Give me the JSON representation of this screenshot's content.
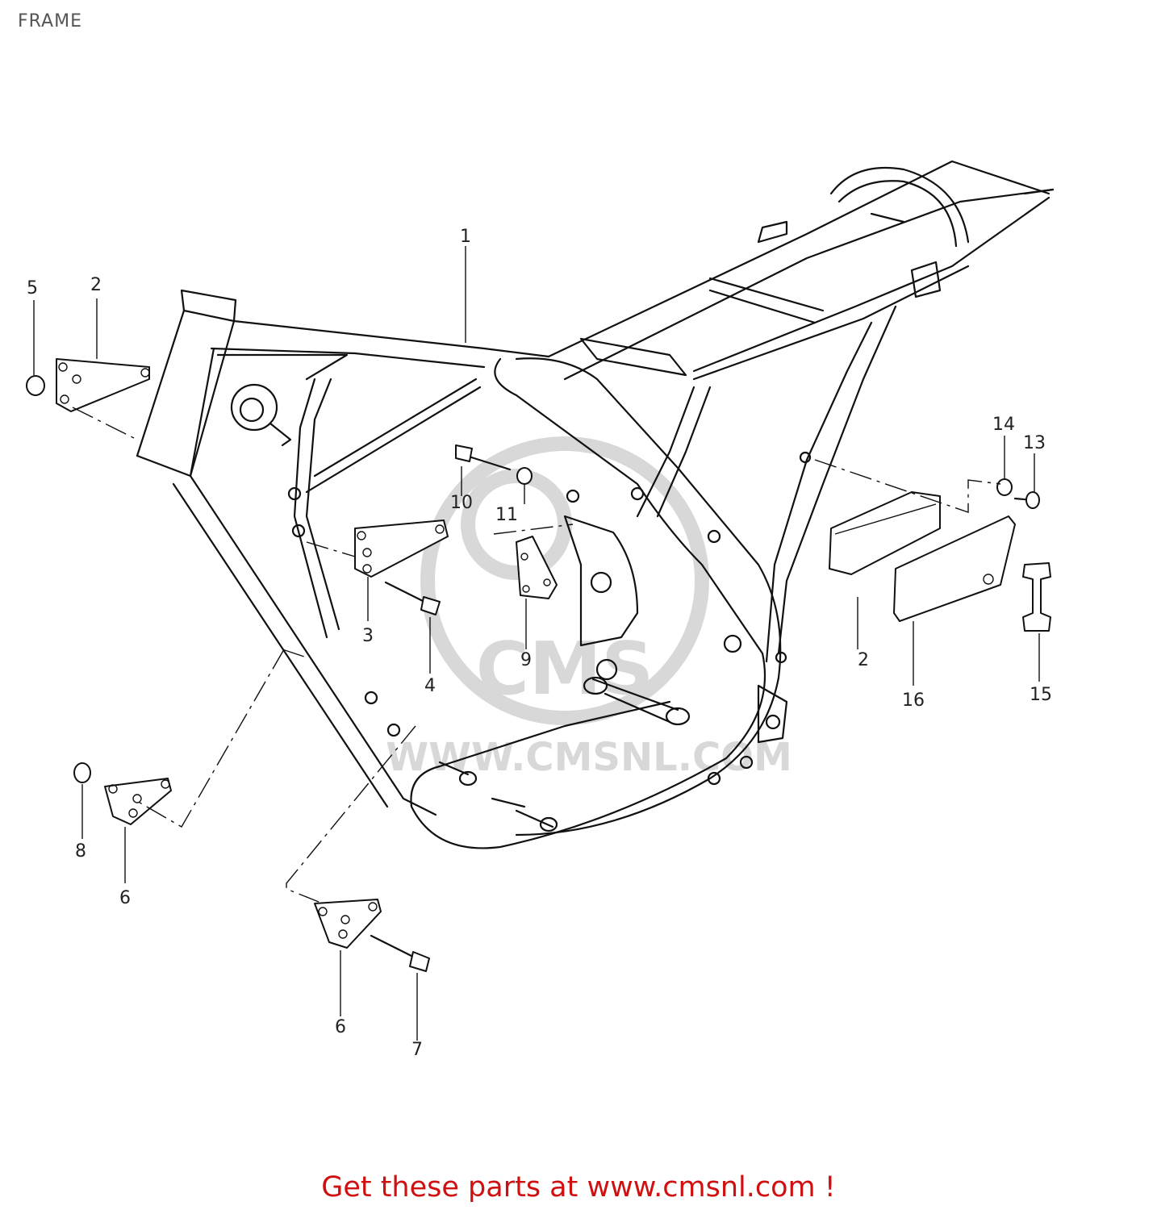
{
  "title": "FRAME",
  "footer": "Get these parts at www.cmsnl.com !",
  "watermark": "WWW.CMSNL.COM",
  "watermark_logo": "CMS",
  "colors": {
    "footer_text": "#d01010",
    "line": "#111111",
    "watermark": "#d8d8d8"
  },
  "callouts": [
    {
      "id": "c1",
      "label": "1"
    },
    {
      "id": "c2a",
      "label": "2"
    },
    {
      "id": "c2b",
      "label": "2"
    },
    {
      "id": "c3",
      "label": "3"
    },
    {
      "id": "c4",
      "label": "4"
    },
    {
      "id": "c5",
      "label": "5"
    },
    {
      "id": "c6a",
      "label": "6"
    },
    {
      "id": "c6b",
      "label": "6"
    },
    {
      "id": "c7",
      "label": "7"
    },
    {
      "id": "c8",
      "label": "8"
    },
    {
      "id": "c9",
      "label": "9"
    },
    {
      "id": "c10",
      "label": "10"
    },
    {
      "id": "c11",
      "label": "11"
    },
    {
      "id": "c13",
      "label": "13"
    },
    {
      "id": "c14",
      "label": "14"
    },
    {
      "id": "c15",
      "label": "15"
    },
    {
      "id": "c16",
      "label": "16"
    }
  ]
}
